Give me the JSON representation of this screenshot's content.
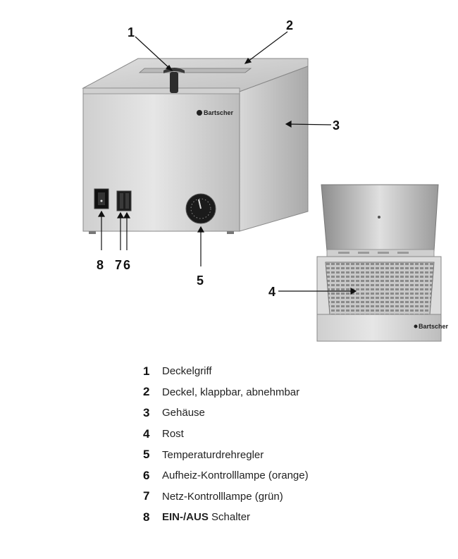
{
  "figure": {
    "callouts": [
      "1",
      "2",
      "3",
      "4",
      "5",
      "7",
      "6",
      "8"
    ],
    "brand": "Bartscher"
  },
  "legend": [
    {
      "num": "1",
      "bold": "",
      "text": "Deckelgriff"
    },
    {
      "num": "2",
      "bold": "",
      "text": "Deckel, klappbar, abnehmbar"
    },
    {
      "num": "3",
      "bold": "",
      "text": "Gehäuse"
    },
    {
      "num": "4",
      "bold": "",
      "text": "Rost"
    },
    {
      "num": "5",
      "bold": "",
      "text": "Temperaturdrehregler"
    },
    {
      "num": "6",
      "bold": "",
      "text": "Aufheiz-Kontrolllampe (orange)"
    },
    {
      "num": "7",
      "bold": "",
      "text": "Netz-Kontrolllampe (grün)"
    },
    {
      "num": "8",
      "bold": "EIN-/AUS",
      "text": " Schalter"
    }
  ]
}
